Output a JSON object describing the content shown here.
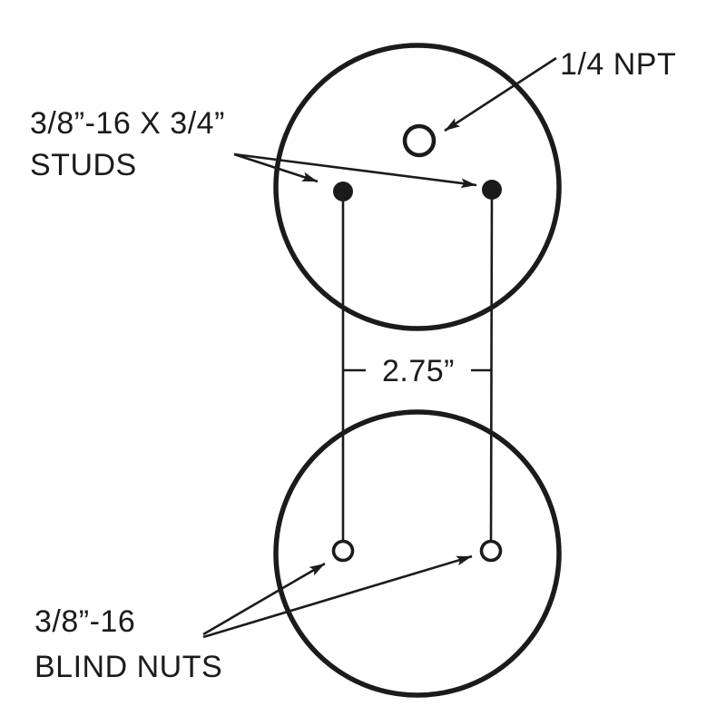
{
  "diagram": {
    "type": "technical-dimension-drawing",
    "subject": "mounting plate top and bottom views with stud and blind nut locations",
    "colors": {
      "ink": "#1b1b1b",
      "background": "#ffffff"
    },
    "labels": {
      "npt_port": "1/4 NPT",
      "studs_line1": "3/8”-16 X 3/4”",
      "studs_line2": "STUDS",
      "blind_nuts_line1": "3/8”-16",
      "blind_nuts_line2": "BLIND NUTS",
      "dimension_stud_spacing": "2.75”"
    }
  }
}
